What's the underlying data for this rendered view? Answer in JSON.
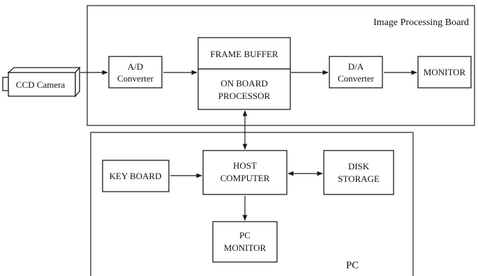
{
  "regions": {
    "board_label": "Image Processing Board",
    "pc_label": "PC"
  },
  "blocks": {
    "camera": "CCD Camera",
    "ad_line1": "A/D",
    "ad_line2": "Converter",
    "frame_buffer": "FRAME BUFFER",
    "processor_line1": "ON BOARD",
    "processor_line2": "PROCESSOR",
    "da_line1": "D/A",
    "da_line2": "Converter",
    "monitor": "MONITOR",
    "keyboard": "KEY BOARD",
    "host_line1": "HOST",
    "host_line2": "COMPUTER",
    "disk_line1": "DISK",
    "disk_line2": "STORAGE",
    "pc_monitor_line1": "PC",
    "pc_monitor_line2": "MONITOR"
  }
}
